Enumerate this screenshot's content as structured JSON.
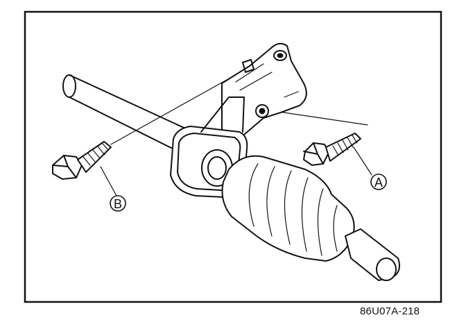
{
  "figure_code": "86U07A-218",
  "callouts": {
    "a": "A",
    "b": "B"
  }
}
